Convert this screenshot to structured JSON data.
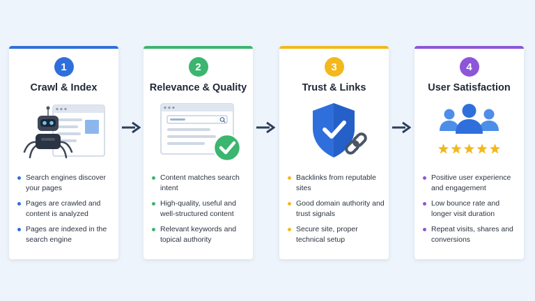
{
  "steps": [
    {
      "number": "1",
      "title": "Crawl & Index",
      "color": "#2f6fdc",
      "icon": "robot-crawler-icon",
      "bullets": [
        "Search engines discover your pages",
        "Pages are crawled and content is analyzed",
        "Pages are indexed in the search engine"
      ]
    },
    {
      "number": "2",
      "title": "Relevance & Quality",
      "color": "#3bb56f",
      "icon": "browser-check-icon",
      "bullets": [
        "Content matches search intent",
        "High-quality, useful and well-structured content",
        "Relevant keywords and topical authority"
      ]
    },
    {
      "number": "3",
      "title": "Trust & Links",
      "color": "#f2b81c",
      "icon": "shield-link-icon",
      "bullets": [
        "Backlinks from reputable sites",
        "Good domain authority and trust signals",
        "Secure site, proper technical setup"
      ]
    },
    {
      "number": "4",
      "title": "User Satisfaction",
      "color": "#8d55d8",
      "icon": "users-stars-icon",
      "bullets": [
        "Positive user experience and engagement",
        "Low bounce rate and longer visit duration",
        "Repeat visits, shares and conversions"
      ]
    }
  ],
  "rating": {
    "stars": 5,
    "max": 5
  },
  "colors": {
    "background": "#eef4fb",
    "arrow": "#2c3e5c",
    "star": "#f2b81c"
  }
}
